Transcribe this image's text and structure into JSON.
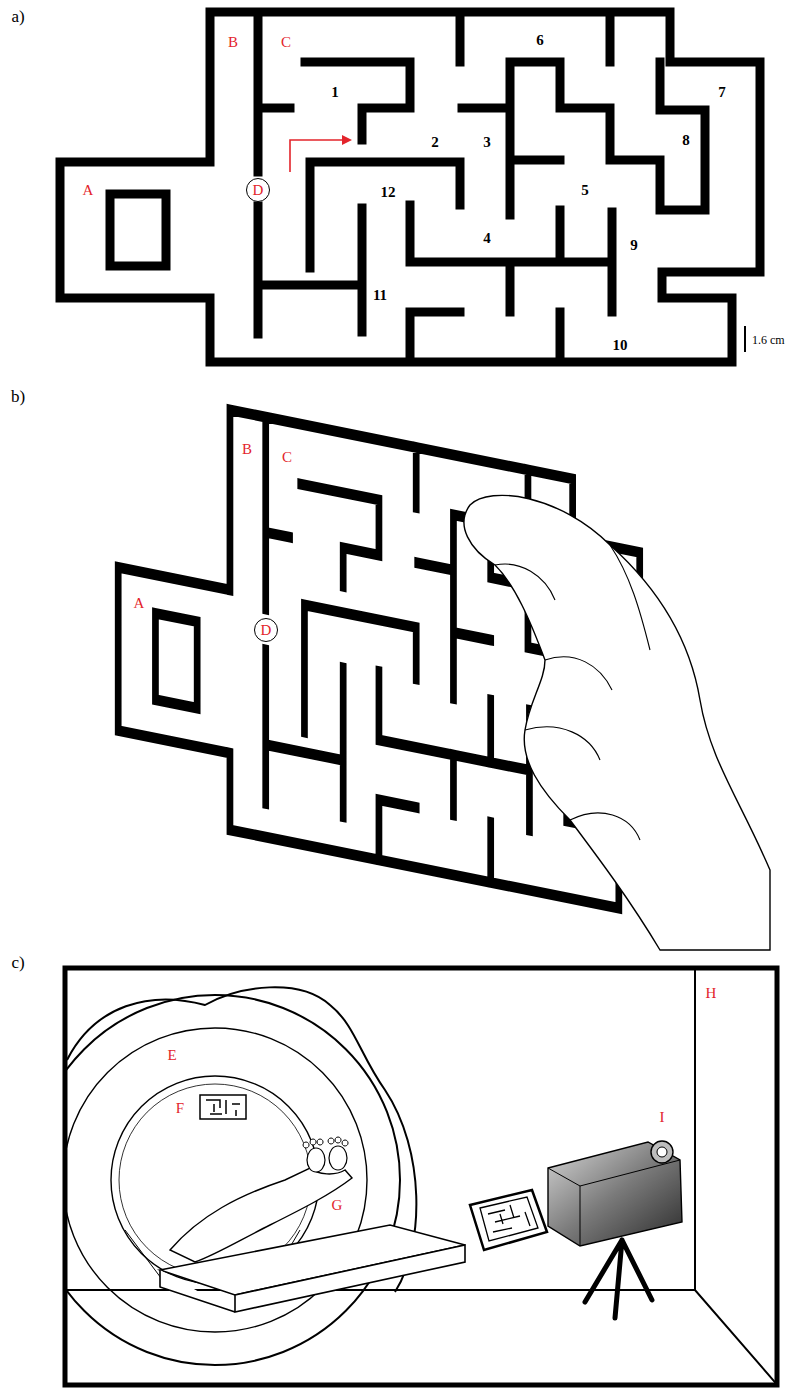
{
  "diagram": {
    "nodes": [
      {
        "text": [
          "D"
        ]
      },
      {
        "text": [
          "D"
        ]
      }
    ],
    "labels": [
      "a)",
      "B",
      "C",
      "A",
      "1",
      "2",
      "3",
      "6",
      "7",
      "8",
      "12",
      "5",
      "4",
      "9",
      "11",
      "10",
      "1.6 cm",
      "b)",
      "B",
      "C",
      "A",
      "c)",
      "E",
      "F",
      "H",
      "G",
      "I"
    ]
  }
}
